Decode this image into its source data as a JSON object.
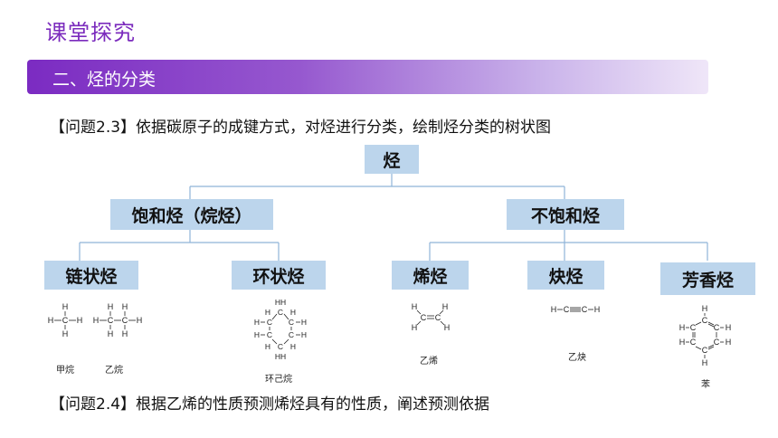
{
  "header": {
    "title": "课堂探究"
  },
  "section": {
    "title": "二、烃的分类"
  },
  "questions": {
    "q1": "【问题2.3】依据碳原子的成键方式，对烃进行分类，绘制烃分类的树状图",
    "q2": "【问题2.4】根据乙烯的性质预测烯烃具有的性质，阐述预测依据"
  },
  "tree": {
    "root": "烃",
    "saturated": "饱和烃（烷烃）",
    "unsaturated": "不饱和烃",
    "chain": "链状烃",
    "ring": "环状烃",
    "alkene": "烯烃",
    "alkyne": "炔烃",
    "aromatic": "芳香烃"
  },
  "structures": {
    "methane": "甲烷",
    "ethane": "乙烷",
    "cyclohexane": "环己烷",
    "ethylene": "乙烯",
    "acetylene": "乙炔",
    "benzene": "苯"
  },
  "colors": {
    "accent": "#7b2bbd",
    "node_fill": "#bcd5ec",
    "line": "#8fb4d8"
  }
}
